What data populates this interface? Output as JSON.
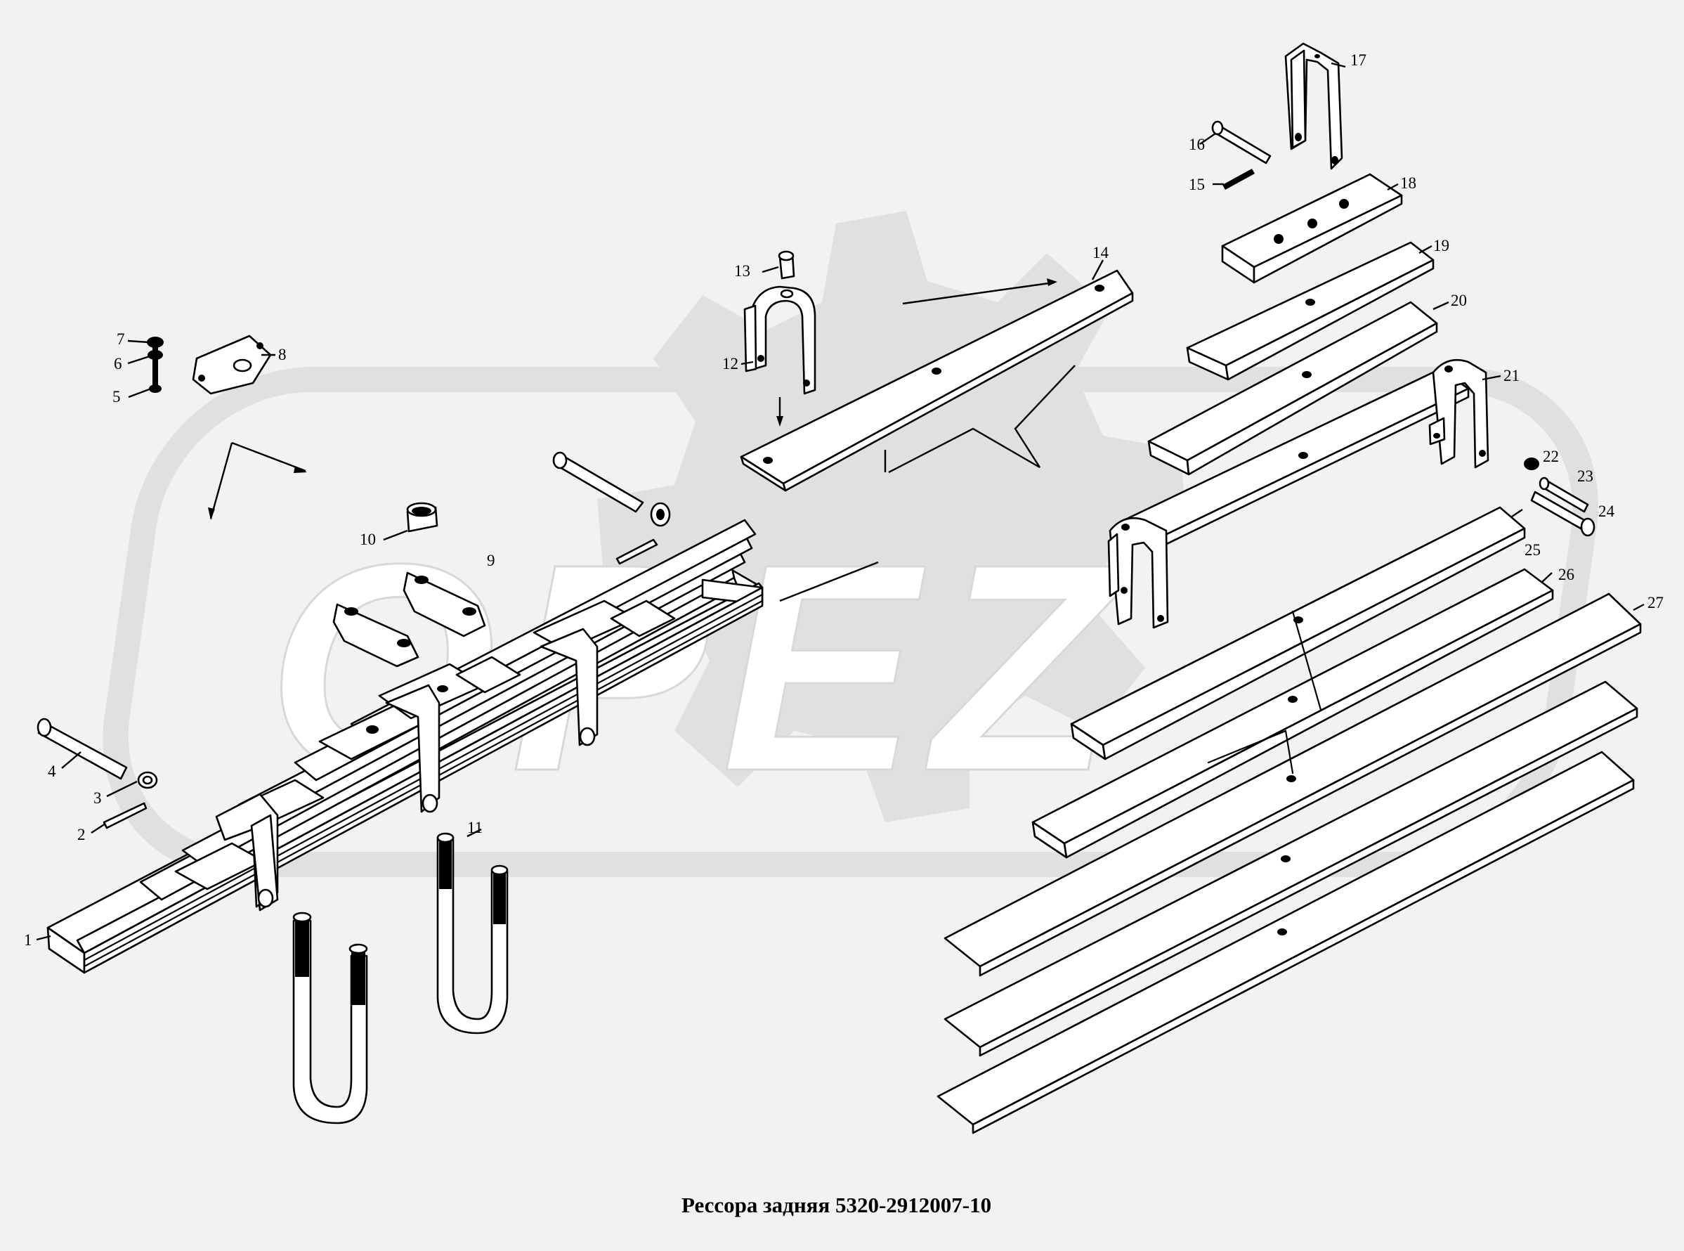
{
  "caption": "Рессора задняя 5320-2912007-10",
  "watermark": "OPEZ",
  "part_numbers": [
    "1",
    "2",
    "3",
    "4",
    "5",
    "6",
    "7",
    "8",
    "9",
    "10",
    "11",
    "12",
    "13",
    "14",
    "15",
    "16",
    "17",
    "18",
    "19",
    "20",
    "21",
    "22",
    "23",
    "24",
    "25",
    "26",
    "27"
  ],
  "colors": {
    "background": "#f2f2f0",
    "watermark": "#e0e0de",
    "line": "#000000"
  }
}
